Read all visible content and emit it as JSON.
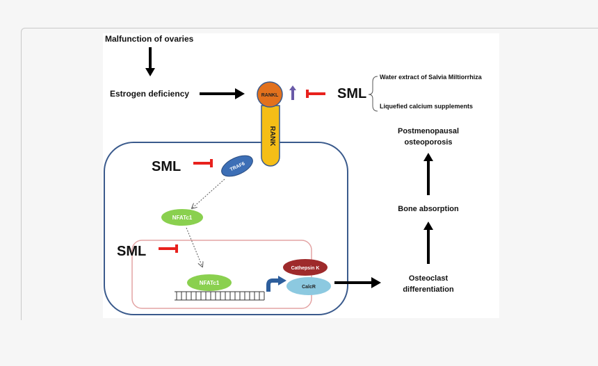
{
  "labels": {
    "malfunction": "Malfunction of ovaries",
    "estrogen": "Estrogen deficiency",
    "rankl": "RANKL",
    "rank": "RANK",
    "sml_top": "SML",
    "water_extract": "Water extract of Salvia Miltiorrhiza",
    "liquefied": "Liquefied calcium supplements",
    "postmeno_line1": "Postmenopausal",
    "postmeno_line2": "osteoporosis",
    "bone_absorption": "Bone absorption",
    "osteoclast_line1": "Osteoclast",
    "osteoclast_line2": "differentiation",
    "sml_traf6": "SML",
    "traf6": "TRAF6",
    "nfatc1_cyto": "NFATc1",
    "sml_nucleus": "SML",
    "nfatc1_nuc": "NFATc1",
    "cathepsin": "Cathepsin K",
    "calcr": "CalcR"
  },
  "colors": {
    "inhibit_red": "#e8211d",
    "cell_border": "#3a5a8c",
    "nucleus_border": "#e3a3a3",
    "rankl_fill": "#e2711d",
    "rank_fill": "#f5be17",
    "traf6_fill": "#3d6fb6",
    "nfatc1_fill": "#8ad04f",
    "cathepsin_fill": "#9e2a2b",
    "calcr_fill": "#8cc9e0",
    "up_arrow": "#6a5aa8",
    "promoter_arrow": "#2d5e9c"
  }
}
